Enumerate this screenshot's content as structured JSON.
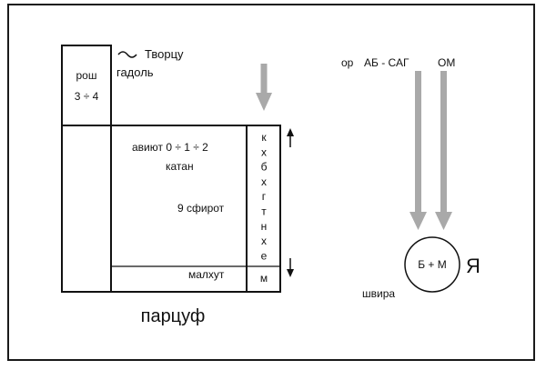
{
  "left_diagram": {
    "top_box": {
      "label": "рош",
      "ratio": "3 ÷ 4"
    },
    "wave_label": "Творцу",
    "gadol_label": "гадоль",
    "body": {
      "aviut_line": "авиют  0 ÷ 1 ÷ 2",
      "katan": "катан",
      "sefirot": "9 сфирот",
      "malkhut": "малхут"
    },
    "column_letters": [
      "к",
      "х",
      "б",
      "х",
      "г",
      "т",
      "н",
      "х",
      "е"
    ],
    "bottom_cell": "м",
    "caption": "парцуф"
  },
  "right_diagram": {
    "or_label": "ор",
    "ab_sag": "АБ - САГ",
    "om": "ОМ",
    "circle_label": "Б + М",
    "ya_label": "Я",
    "shvira": "швира"
  },
  "colors": {
    "line": "#111111",
    "arrow_gray": "#a9a9a9"
  }
}
